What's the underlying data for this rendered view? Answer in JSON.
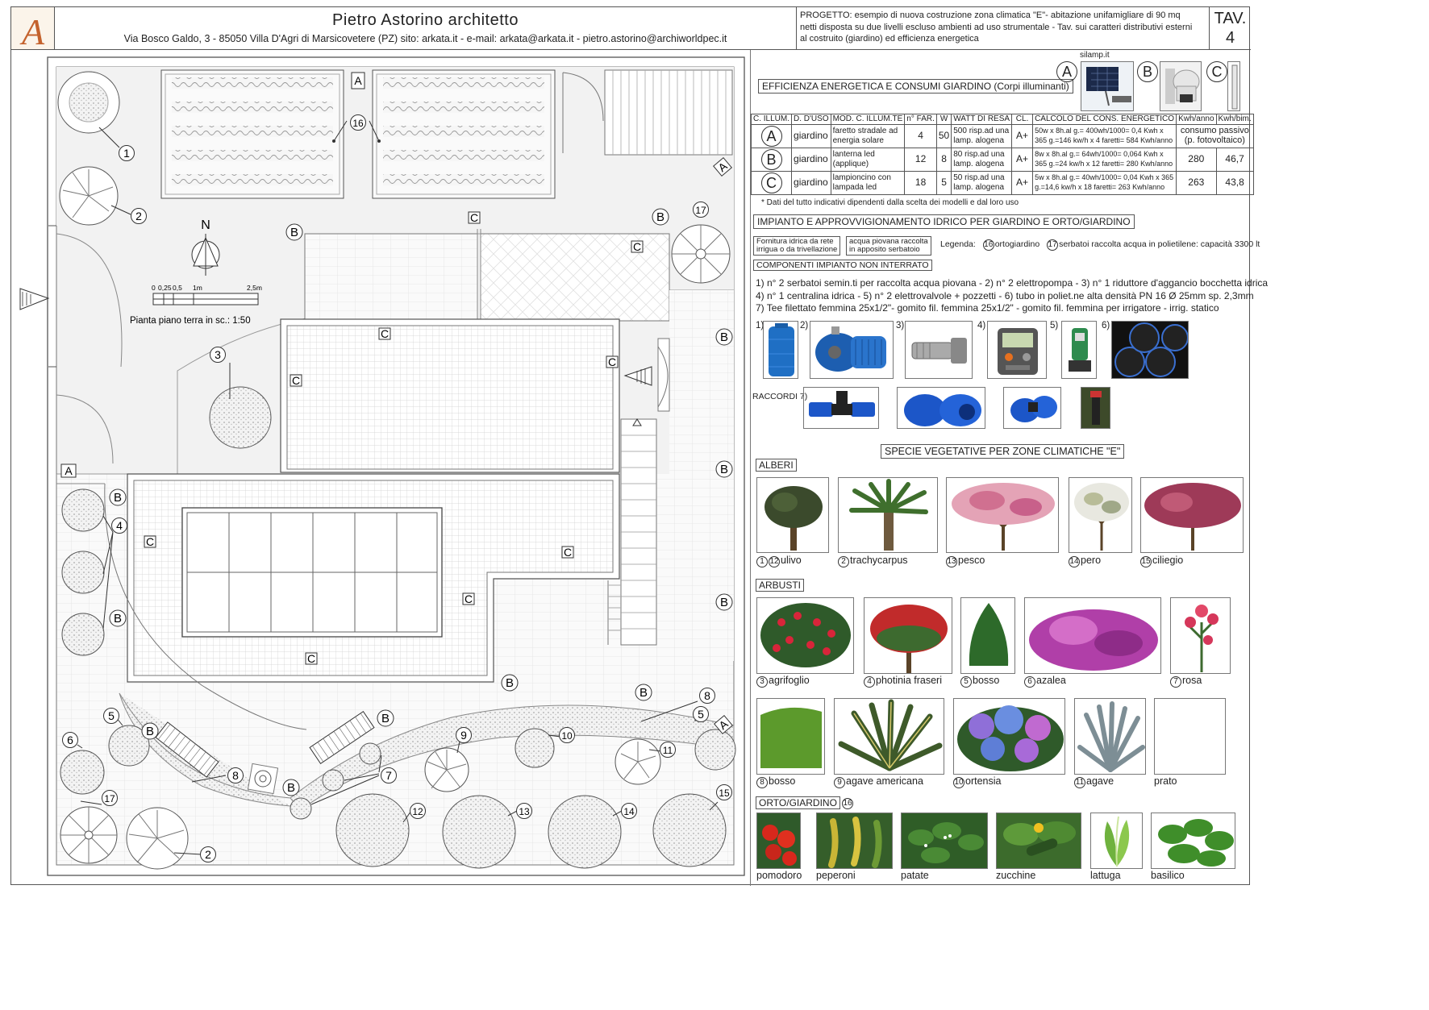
{
  "header": {
    "logo": "A",
    "title": "Pietro  Astorino  architetto",
    "address": "Via Bosco Galdo, 3 - 85050 Villa D'Agri di Marsicovetere (PZ) sito: arkata.it - e-mail: arkata@arkata.it - pietro.astorino@archiworldpec.it",
    "project_line1": "PROGETTO: esempio di nuova costruzione zona climatica \"E\"- abitazione unifamigliare di 90 mq",
    "project_line2": "netti disposta su due livelli escluso ambienti ad uso strumentale - Tav. sui caratteri distributivi esterni",
    "project_line3": "al costruito (giardino) ed efficienza energetica",
    "tav_label": "TAV.",
    "tav_number": "4"
  },
  "plan": {
    "north": "N",
    "scale_ticks": [
      "0",
      "0,25",
      "0,5",
      "1m",
      "2,5m"
    ],
    "caption": "Pianta piano terra in sc.: 1:50",
    "letters": {
      "a": "A",
      "b": "B",
      "c": "C"
    },
    "numbers": [
      "1",
      "2",
      "3",
      "4",
      "5",
      "6",
      "7",
      "8",
      "9",
      "10",
      "11",
      "12",
      "13",
      "14",
      "15",
      "16",
      "17"
    ]
  },
  "energy": {
    "title": "EFFICIENZA ENERGETICA E CONSUMI GIARDINO (Corpi illuminanti)",
    "brand": "silamp.it",
    "headers": [
      "C. ILLUM.",
      "D. D'USO",
      "MOD. C. ILLUM.TE",
      "n° FAR.",
      "W",
      "WATT DI RESA",
      "CL.",
      "CALCOLO DEL CONS. ENERGETICO",
      "Kwh/anno",
      "Kwh/bim."
    ],
    "rows": [
      {
        "id": "A",
        "uso": "giardino",
        "mod1": "faretto stradale ad",
        "mod2": "energia solare",
        "far": "4",
        "w": "50",
        "resa1": "500 risp.ad una",
        "resa2": "lamp. alogena",
        "cl": "A+",
        "calc1": "50w x 8h.al g.= 400wh/1000= 0,4 Kwh x",
        "calc2": "365 g.=146 kw/h x 4 faretti= 584 Kwh/anno",
        "anno1": "consumo passivo",
        "anno2": "(p. fotovoltaico)",
        "bim": ""
      },
      {
        "id": "B",
        "uso": "giardino",
        "mod1": "lanterna led",
        "mod2": "(applique)",
        "far": "12",
        "w": "8",
        "resa1": "80 risp.ad una",
        "resa2": "lamp. alogena",
        "cl": "A+",
        "calc1": "8w x 8h.al g.= 64wh/1000= 0,064 Kwh x",
        "calc2": "365 g.=24 kw/h x 12 faretti= 280 Kwh/anno",
        "anno": "280",
        "bim": "46,7"
      },
      {
        "id": "C",
        "uso": "giardino",
        "mod1": "lampioncino con",
        "mod2": "lampada led",
        "far": "18",
        "w": "5",
        "resa1": "50 risp.ad una",
        "resa2": "lamp. alogena",
        "cl": "A+",
        "calc1": "5w x 8h.al g.= 40wh/1000= 0,04 Kwh x 365",
        "calc2": "g.=14,6 kw/h x 18 faretti= 263 Kwh/anno",
        "anno": "263",
        "bim": "43,8"
      }
    ],
    "note": "* Dati del tutto indicativi dipendenti dalla scelta dei modelli e dal loro uso"
  },
  "water": {
    "title": "IMPIANTO E APPROVVIGIONAMENTO IDRICO PER GIARDINO E ORTO/GIARDINO",
    "box1_l1": "Fornitura idrica da rete",
    "box1_l2": "irrigua o da trivellazione",
    "box2_l1": "acqua piovana raccolta",
    "box2_l2": "in apposito serbatoio",
    "legend_label": "Legenda:",
    "legend_16_num": "16",
    "legend_16": "ortogiardino",
    "legend_17_num": "17",
    "legend_17": "serbatoi raccolta acqua in polietilene: capacità 3300 lt",
    "components_title": "COMPONENTI IMPIANTO NON INTERRATO",
    "line1": "1) n° 2 serbatoi semin.ti per raccolta acqua piovana - 2) n° 2 elettropompa - 3) n° 1 riduttore d'aggancio bocchetta idrica",
    "line2": "4) n° 1 centralina idrica - 5) n° 2 elettrovalvole + pozzetti - 6) tubo in poliet.ne alta densità PN 16 Ø 25mm sp. 2,3mm",
    "line3": "7) Tee filettato femmina 25x1/2\"- gomito fil. femmina 25x1/2\" - gomito fil. femmina per irrigatore - irrig. statico",
    "item_labels": [
      "1)",
      "2)",
      "3)",
      "4)",
      "5)",
      "6)"
    ],
    "raccordi": "RACCORDI 7)"
  },
  "species": {
    "title": "SPECIE VEGETATIVE PER ZONE CLIMATICHE \"E\"",
    "alberi": "ALBERI",
    "arbusti": "ARBUSTI",
    "orto": "ORTO/GIARDINO",
    "orto_num": "16",
    "trees": [
      {
        "nums": [
          "1",
          "12"
        ],
        "name": "ulivo"
      },
      {
        "nums": [
          "2"
        ],
        "name": "trachycarpus"
      },
      {
        "nums": [
          "13"
        ],
        "name": "pesco"
      },
      {
        "nums": [
          "14"
        ],
        "name": "pero"
      },
      {
        "nums": [
          "15"
        ],
        "name": "ciliegio"
      }
    ],
    "shrubs1": [
      {
        "num": "3",
        "name": "agrifoglio"
      },
      {
        "num": "4",
        "name": "photinia fraseri"
      },
      {
        "num": "5",
        "name": "bosso"
      },
      {
        "num": "6",
        "name": "azalea"
      },
      {
        "num": "7",
        "name": "rosa"
      }
    ],
    "shrubs2": [
      {
        "num": "8",
        "name": "bosso"
      },
      {
        "num": "9",
        "name": "agave americana"
      },
      {
        "num": "10",
        "name": "ortensia"
      },
      {
        "num": "11",
        "name": "agave"
      },
      {
        "num": "",
        "name": "prato"
      }
    ],
    "veg": [
      "pomodoro",
      "peperoni",
      "patate",
      "zucchine",
      "lattuga",
      "basilico"
    ]
  }
}
